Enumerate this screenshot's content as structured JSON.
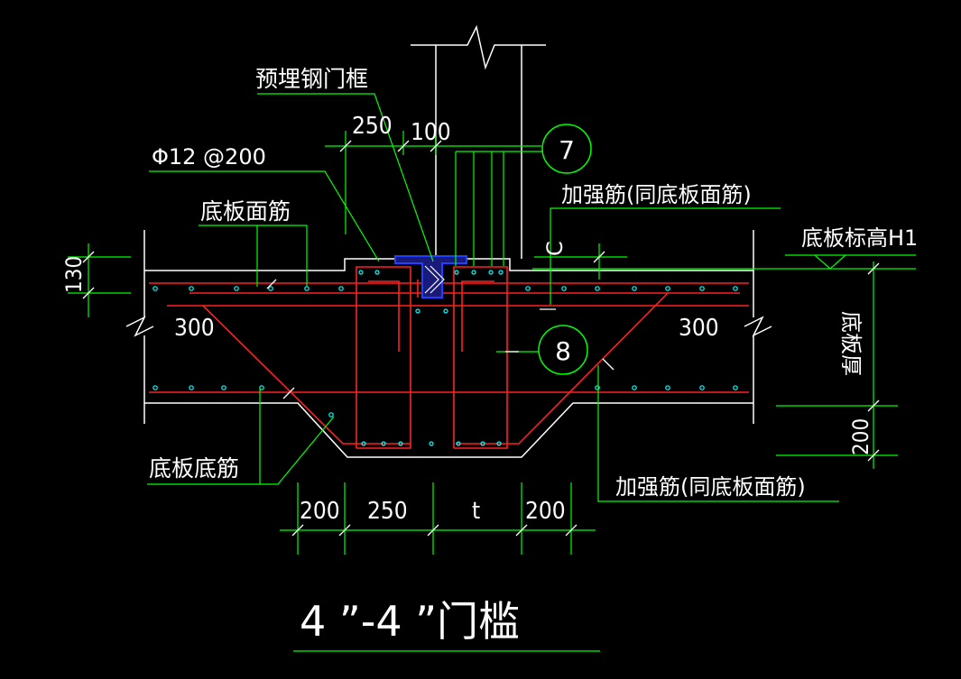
{
  "labels": {
    "embedded_frame": "预埋钢门框",
    "rebar_spec": "Φ12 @200",
    "top_rebar": "底板面筋",
    "bottom_rebar": "底板底筋",
    "reinforce_top": "加强筋(同底板面筋)",
    "reinforce_bottom": "加强筋(同底板面筋)",
    "slab_elevation": "底板标高H1",
    "slab_thickness": "底板厚",
    "callout_7": "7",
    "callout_8": "8",
    "cover_c": "C",
    "title": "4 ”-4 ”门槛"
  },
  "dimensions": {
    "top_250": "250",
    "top_100": "100",
    "left_130": "130",
    "left_300": "300",
    "right_300": "300",
    "right_200": "200",
    "bottom_200_left": "200",
    "bottom_250": "250",
    "bottom_t": "t",
    "bottom_200_right": "200"
  },
  "colors": {
    "background": "#000000",
    "outline": "#ffffff",
    "rebar": "#ff2020",
    "leader": "#00ff00",
    "rebar_dot": "#00ffff",
    "frame": "#2040ff"
  }
}
